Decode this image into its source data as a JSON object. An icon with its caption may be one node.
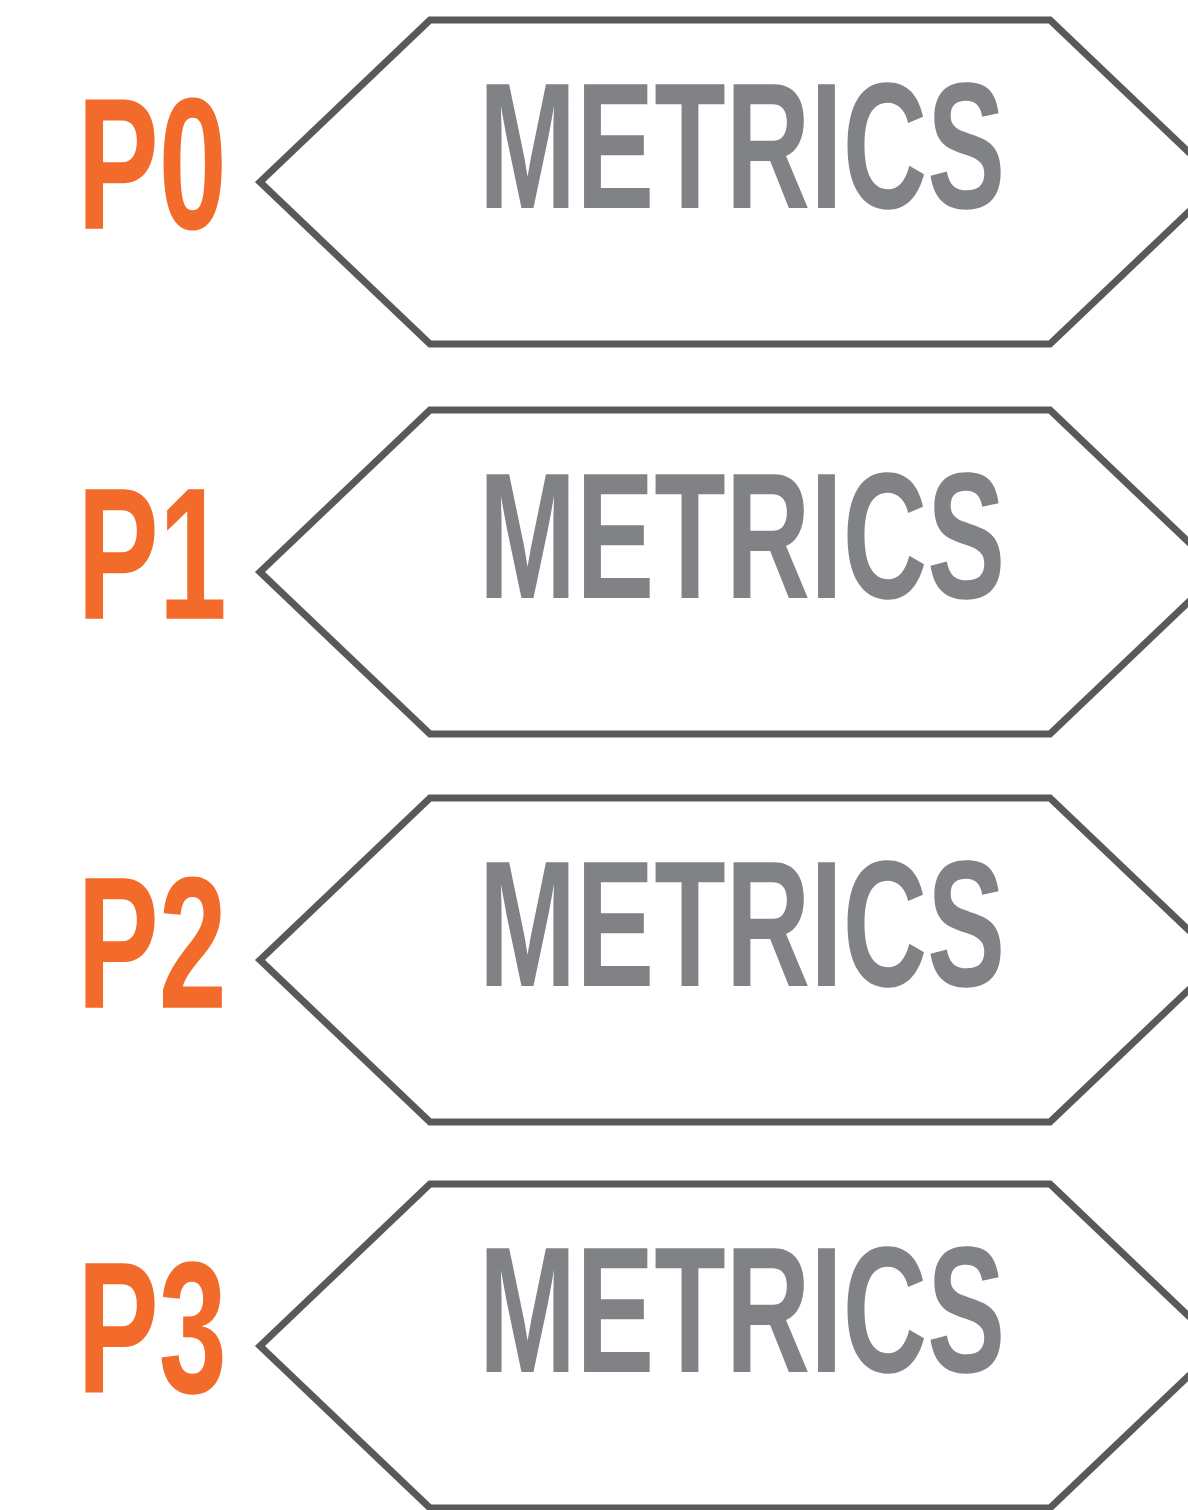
{
  "diagram": {
    "nodes": [
      {
        "text": [
          "METRICS"
        ],
        "beside": [
          "P0"
        ]
      },
      {
        "text": [
          "METRICS"
        ],
        "beside": [
          "P1"
        ]
      },
      {
        "text": [
          "METRICS"
        ],
        "beside": [
          "P2"
        ]
      },
      {
        "text": [
          "METRICS"
        ],
        "beside": [
          "P3"
        ]
      }
    ]
  }
}
